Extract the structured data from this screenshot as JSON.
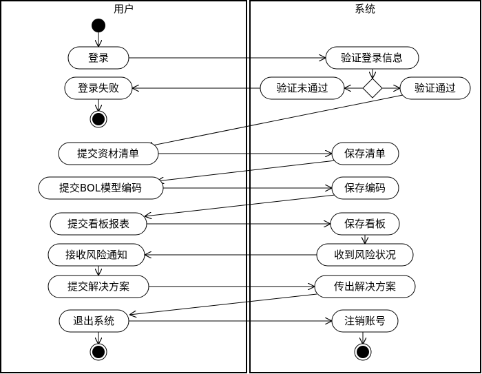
{
  "lanes": [
    {
      "title": "用户"
    },
    {
      "title": "系统"
    }
  ],
  "activities": {
    "login": "登录",
    "login_failed": "登录失败",
    "submit_materials": "提交资材清单",
    "submit_bol": "提交BOL模型编码",
    "submit_board": "提交看板报表",
    "receive_risk": "接收风险通知",
    "submit_solution": "提交解决方案",
    "logout": "退出系统",
    "verify_login": "验证登录信息",
    "verify_fail": "验证未通过",
    "verify_pass": "验证通过",
    "save_list": "保存清单",
    "save_code": "保存编码",
    "save_board": "保存看板",
    "receive_risk_status": "收到风险状况",
    "send_solution": "传出解决方案",
    "cancel_account": "注销账号"
  }
}
